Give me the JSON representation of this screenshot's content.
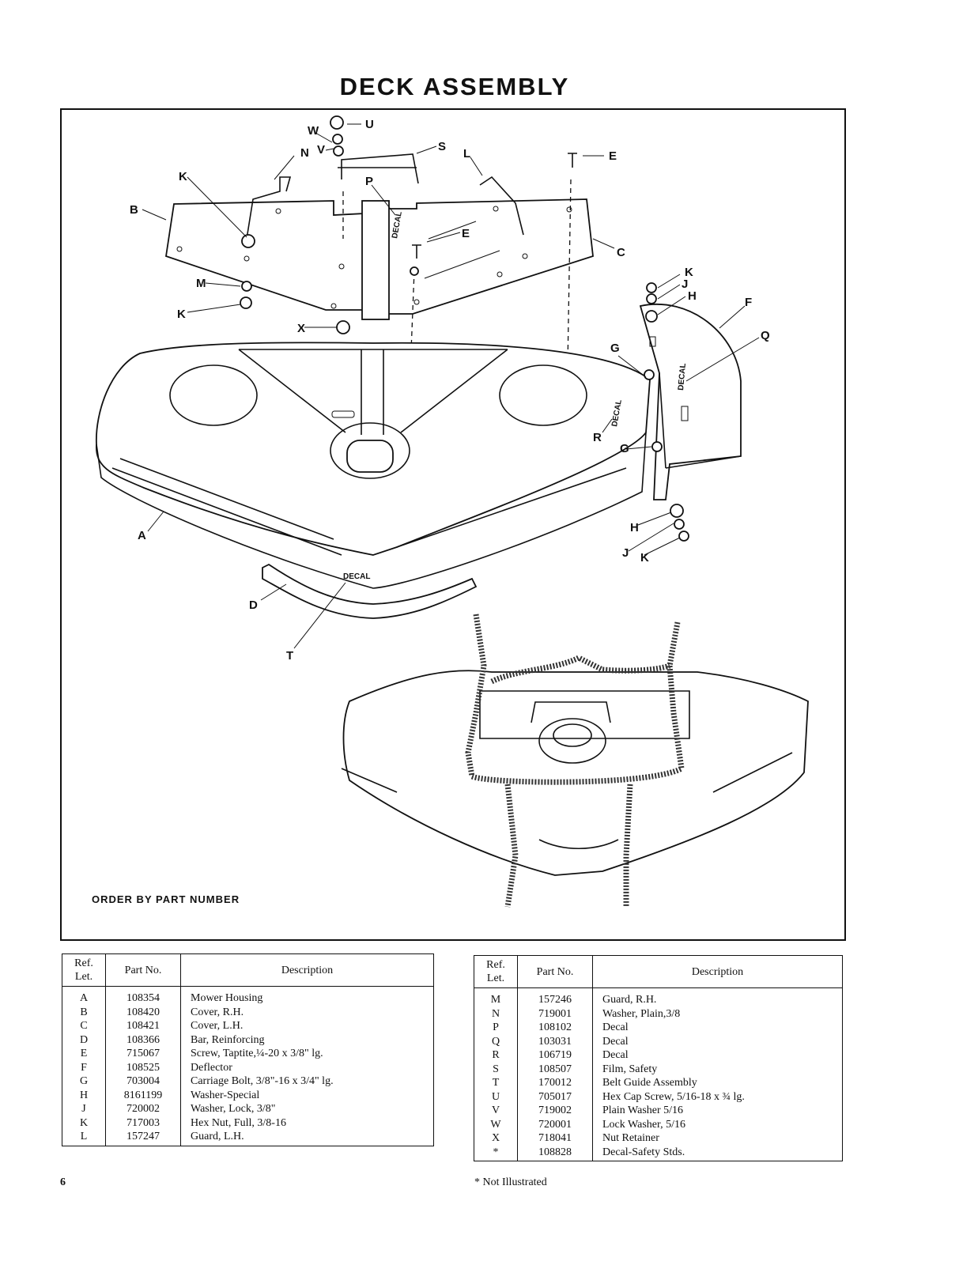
{
  "title": "DECK ASSEMBLY",
  "diagram": {
    "order_note": "ORDER BY PART NUMBER",
    "decal_text": "DECAL",
    "callouts": [
      "A",
      "B",
      "C",
      "D",
      "E",
      "F",
      "G",
      "H",
      "J",
      "K",
      "L",
      "M",
      "N",
      "P",
      "Q",
      "R",
      "S",
      "T",
      "U",
      "V",
      "W",
      "X"
    ]
  },
  "table_headers": {
    "ref": "Ref. Let.",
    "part": "Part No.",
    "desc": "Description"
  },
  "parts_left": [
    {
      "ref": "A",
      "part": "108354",
      "desc": "Mower Housing"
    },
    {
      "ref": "B",
      "part": "108420",
      "desc": "Cover, R.H."
    },
    {
      "ref": "C",
      "part": "108421",
      "desc": "Cover, L.H."
    },
    {
      "ref": "D",
      "part": "108366",
      "desc": "Bar, Reinforcing"
    },
    {
      "ref": "E",
      "part": "715067",
      "desc": "Screw, Taptite,¼-20 x 3/8\" lg."
    },
    {
      "ref": "F",
      "part": "108525",
      "desc": "Deflector"
    },
    {
      "ref": "G",
      "part": "703004",
      "desc": "Carriage Bolt, 3/8\"-16 x 3/4\" lg."
    },
    {
      "ref": "H",
      "part": "8161199",
      "desc": "Washer-Special"
    },
    {
      "ref": "J",
      "part": "720002",
      "desc": "Washer, Lock, 3/8\""
    },
    {
      "ref": "K",
      "part": "717003",
      "desc": "Hex Nut, Full, 3/8-16"
    },
    {
      "ref": "L",
      "part": "157247",
      "desc": "Guard, L.H."
    }
  ],
  "parts_right": [
    {
      "ref": "M",
      "part": "157246",
      "desc": "Guard, R.H."
    },
    {
      "ref": "N",
      "part": "719001",
      "desc": "Washer, Plain,3/8"
    },
    {
      "ref": "P",
      "part": "108102",
      "desc": "Decal"
    },
    {
      "ref": "Q",
      "part": "103031",
      "desc": "Decal"
    },
    {
      "ref": "R",
      "part": "106719",
      "desc": "Decal"
    },
    {
      "ref": "S",
      "part": "108507",
      "desc": "Film, Safety"
    },
    {
      "ref": "T",
      "part": "170012",
      "desc": "Belt Guide Assembly"
    },
    {
      "ref": "U",
      "part": "705017",
      "desc": "Hex Cap Screw, 5/16-18 x ¾ lg."
    },
    {
      "ref": "V",
      "part": "719002",
      "desc": "Plain Washer 5/16"
    },
    {
      "ref": "W",
      "part": "720001",
      "desc": "Lock Washer, 5/16"
    },
    {
      "ref": "X",
      "part": "718041",
      "desc": "Nut Retainer"
    },
    {
      "ref": "*",
      "part": "108828",
      "desc": "Decal-Safety Stds."
    }
  ],
  "page_number": "6",
  "footnote": "*   Not Illustrated"
}
